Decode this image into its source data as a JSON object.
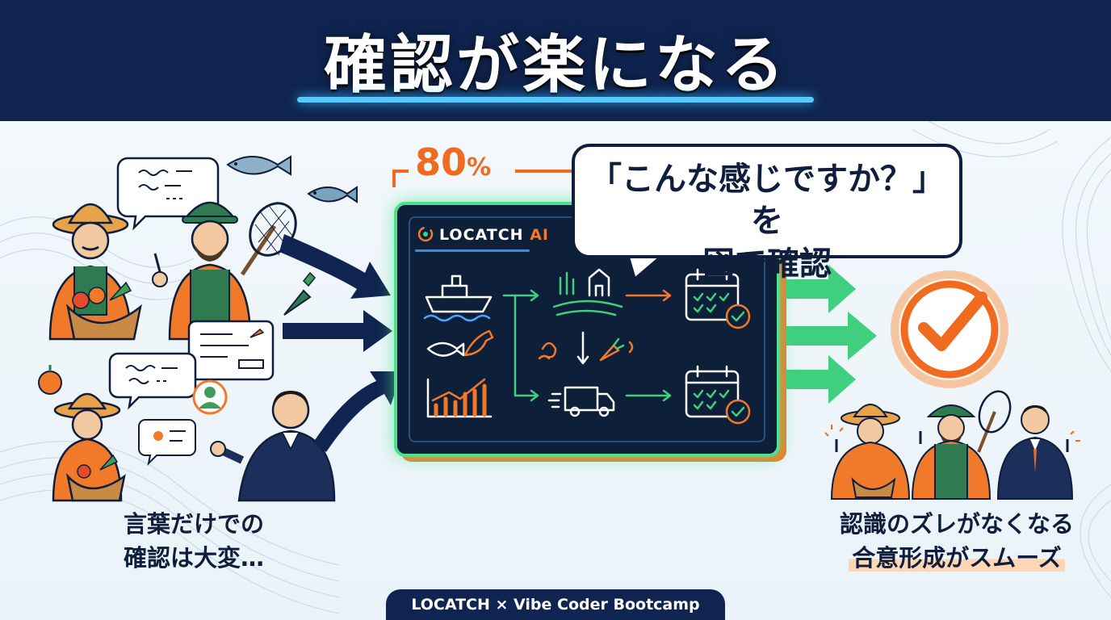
{
  "header": {
    "title": "確認が楽になる"
  },
  "panel": {
    "percent": "80",
    "percent_unit": "%",
    "brand": "LOCATCH",
    "brand_ai": "AI"
  },
  "bubble": {
    "line1": "「こんな感じですか？」を",
    "line2": "図で確認"
  },
  "left_caption": {
    "line1": "言葉だけでの",
    "line2": "確認は大変…"
  },
  "right_caption": {
    "line1": "認識のズレがなくなる",
    "line2": "合意形成がスムーズ"
  },
  "footer": {
    "text": "LOCATCH × Vibe Coder Bootcamp"
  },
  "colors": {
    "navy": "#0f2450",
    "orange": "#f06a1f",
    "green": "#3fcf7f",
    "accent_blue": "#58c8ff"
  },
  "icons": [
    "speech-bubble-icon",
    "fish-icon",
    "ship-icon",
    "farm-icon",
    "calendar-check-icon",
    "truck-icon",
    "carrot-icon",
    "growth-chart-icon",
    "check-mark-icon",
    "farmer-illustration",
    "fisher-illustration",
    "businessman-illustration"
  ]
}
